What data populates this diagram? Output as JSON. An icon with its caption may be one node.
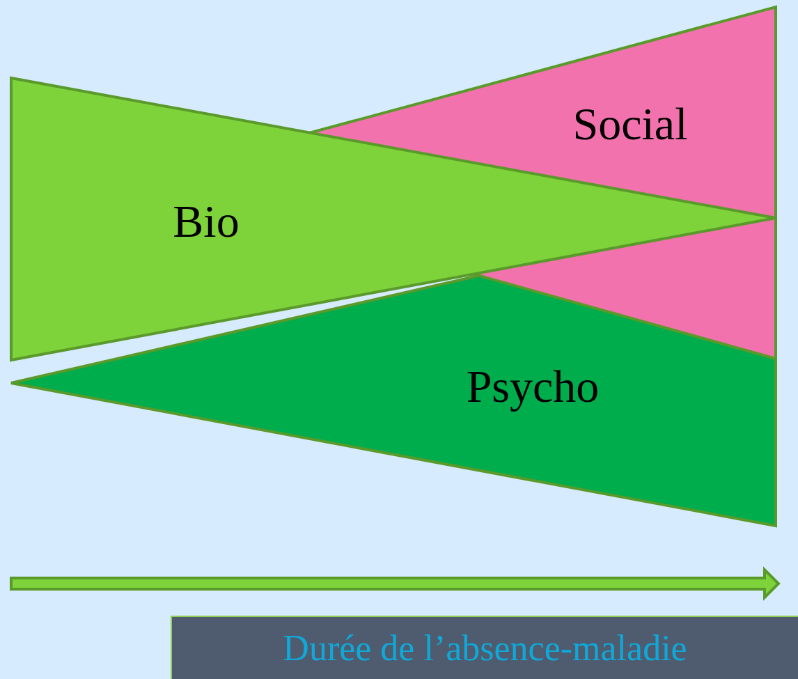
{
  "diagram": {
    "nodes": [
      {
        "text": [
          "Social"
        ]
      },
      {
        "text": [
          "Bio"
        ]
      },
      {
        "text": [
          "Psycho"
        ]
      },
      {
        "text": [
          "Durée de l’absence-maladie"
        ]
      }
    ],
    "edges": []
  }
}
